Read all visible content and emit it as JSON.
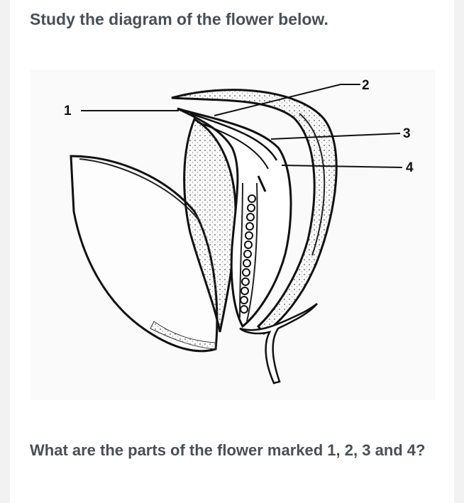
{
  "heading": "Study the diagram of the flower below.",
  "diagram": {
    "labels": [
      "1",
      "2",
      "3",
      "4"
    ]
  },
  "question": "What are the parts of the flower marked 1, 2, 3 and 4?"
}
